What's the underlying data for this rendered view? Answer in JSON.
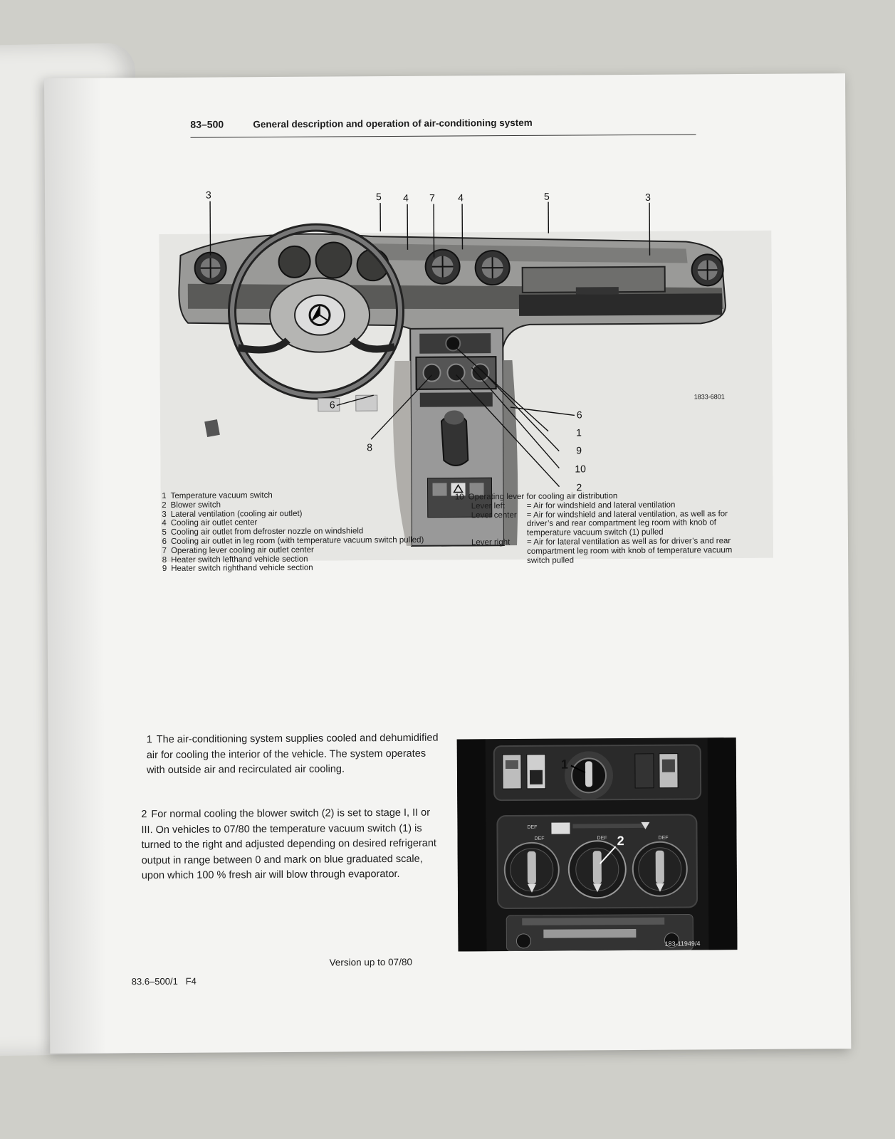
{
  "header": {
    "section_number": "83–500",
    "title": "General description and operation of air-conditioning system"
  },
  "figure": {
    "reference": "1833-6801",
    "callouts": [
      "3",
      "5",
      "4",
      "7",
      "4",
      "5",
      "3",
      "6",
      "1",
      "9",
      "10",
      "2",
      "8",
      "6"
    ]
  },
  "legend_left": [
    {
      "num": "1",
      "text": "Temperature vacuum switch"
    },
    {
      "num": "2",
      "text": "Blower switch"
    },
    {
      "num": "3",
      "text": "Lateral ventilation (cooling air outlet)"
    },
    {
      "num": "4",
      "text": "Cooling air outlet center"
    },
    {
      "num": "5",
      "text": "Cooling air outlet from defroster nozzle on windshield"
    },
    {
      "num": "6",
      "text": "Cooling air outlet in leg room (with temperature vacuum switch pulled)"
    },
    {
      "num": "7",
      "text": "Operating lever cooling air outlet center"
    },
    {
      "num": "8",
      "text": "Heater switch lefthand vehicle section"
    },
    {
      "num": "9",
      "text": "Heater switch righthand vehicle section"
    }
  ],
  "legend_right": {
    "num": "10",
    "title": "Operating lever for cooling air distribution",
    "rows": [
      {
        "label": "Lever left",
        "text": "= Air for windshield and lateral ventilation"
      },
      {
        "label": "Lever center",
        "text": "= Air for windshield and lateral ventilation, as well as for driver’s and rear compartment leg room with knob of temperature vacuum switch (1) pulled"
      },
      {
        "label": "Lever right",
        "text": "= Air for lateral ventilation as well as for driver’s and rear compartment leg room with knob of temperature vacuum switch pulled"
      }
    ]
  },
  "paragraphs": [
    {
      "num": "1",
      "text": "The air-conditioning system supplies cooled and dehumidified air for cooling the interior of the vehicle. The system operates with outside air and recirculated air cooling."
    },
    {
      "num": "2",
      "text": "For normal cooling the blower switch (2) is set to stage I, II or III. On vehicles to 07/80 the temperature vacuum switch (1) is turned to the right and adjusted depending on desired refrigerant output in range between 0 and mark on blue graduated scale, upon which 100 % fresh air will blow through evaporator."
    }
  ],
  "photo": {
    "reference": "183-11949/4",
    "callouts": [
      "1",
      "2"
    ],
    "knob_labels": [
      "DEF",
      "DEF",
      "DEF",
      "DEF"
    ]
  },
  "version_note": "Version up to 07/80",
  "footer": {
    "page_code": "83.6–500/1",
    "code": "F4"
  }
}
